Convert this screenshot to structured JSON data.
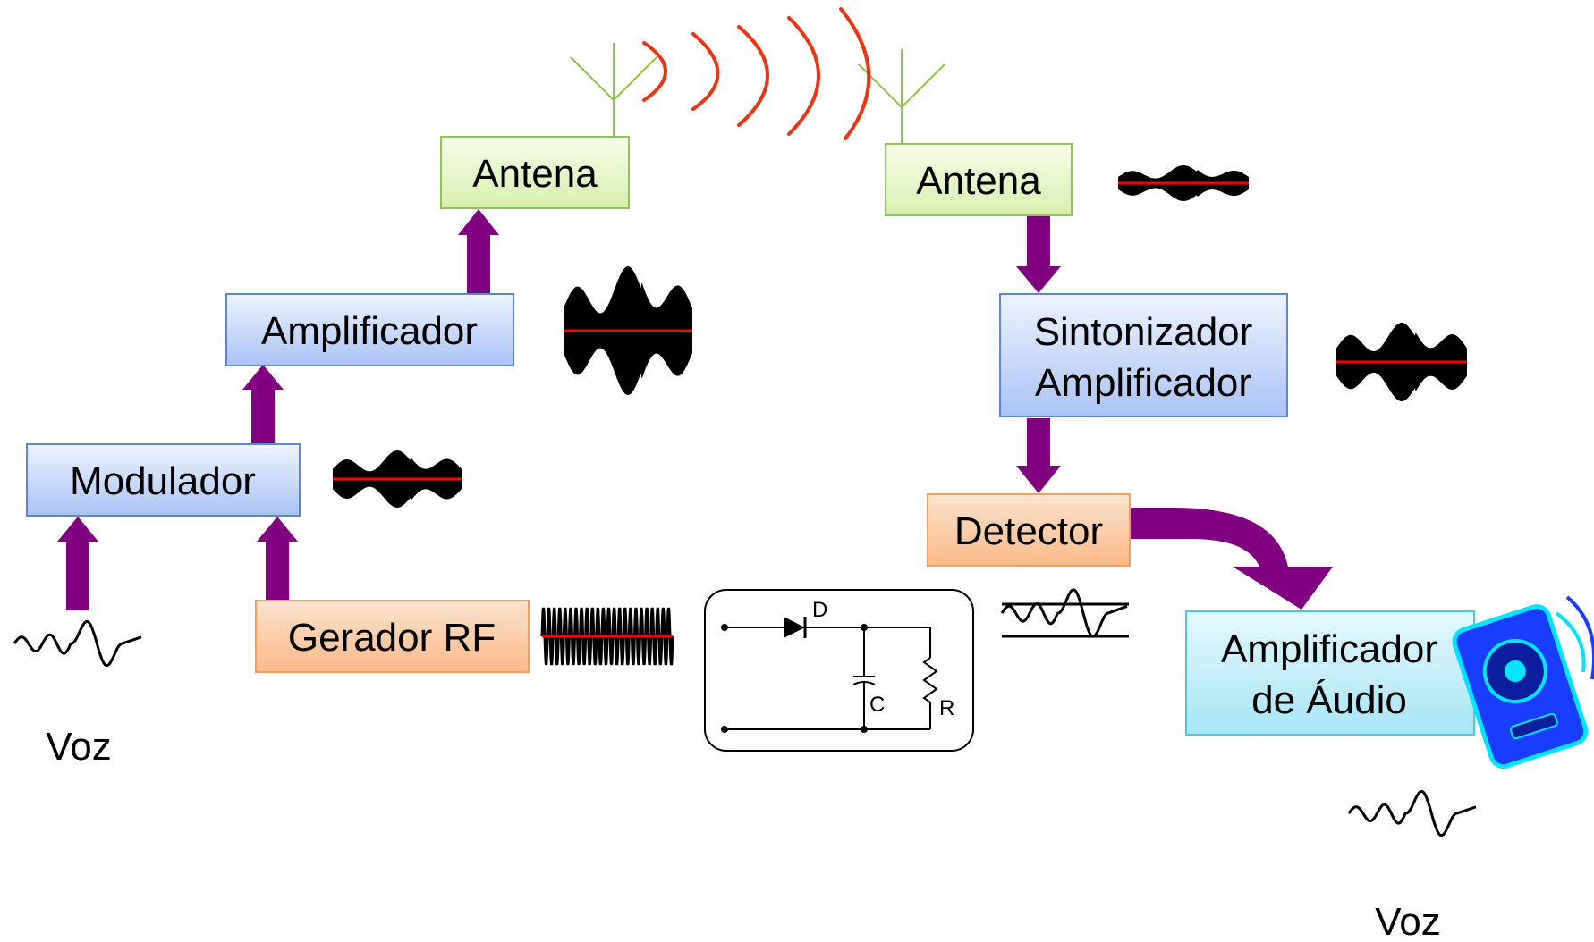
{
  "transmitter": {
    "antenna": "Antena",
    "amplifier": "Amplificador",
    "modulator": "Modulador",
    "rf_generator": "Gerador RF",
    "voice": "Voz"
  },
  "receiver": {
    "antenna": "Antena",
    "tuner_line1": "Sintonizador",
    "tuner_line2": "Amplificador",
    "detector": "Detector",
    "audio_line1": "Amplificador",
    "audio_line2": "de Áudio",
    "voice": "Voz"
  },
  "circuit": {
    "diode_label": "D",
    "capacitor_label": "C",
    "resistor_label": "R"
  },
  "icons": [
    "antenna-icon",
    "radio-waves-icon",
    "speaker-icon",
    "waveform-icon"
  ],
  "colors": {
    "arrow": "#800080",
    "wave": "#ee3311",
    "carrier_axis": "#ff0000",
    "antenna": "#8dc63f",
    "speaker": "#1a3cff"
  }
}
